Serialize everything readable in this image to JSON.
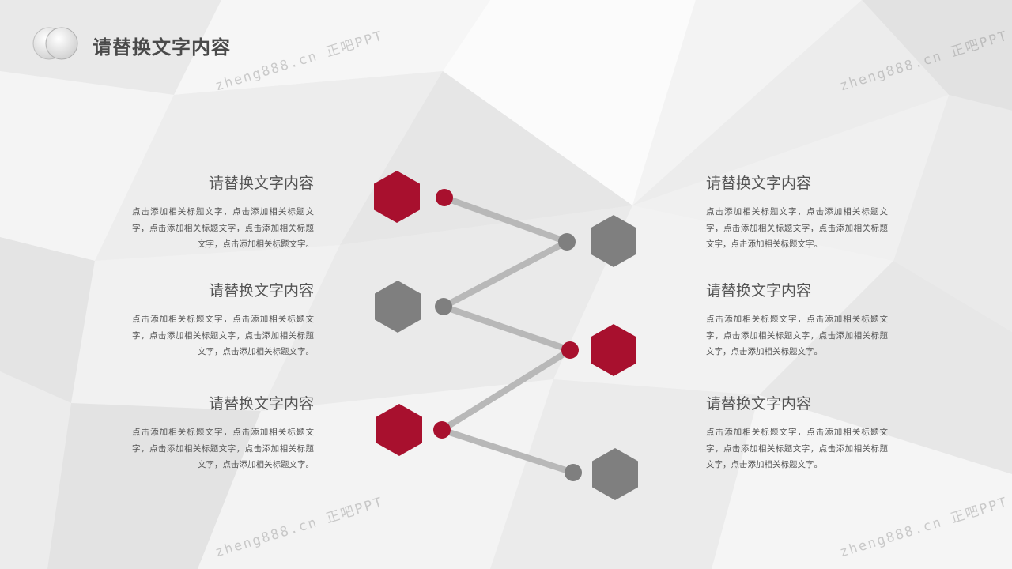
{
  "page": {
    "title": "请替换文字内容"
  },
  "watermarks": [
    "zheng888.cn 正吧PPT",
    "zheng888.cn 正吧PPT",
    "zheng888.cn 正吧PPT",
    "zheng888.cn 正吧PPT"
  ],
  "colors": {
    "accent": "#a8102e",
    "neutral": "#7f7f7f",
    "connector": "#b8b8b8",
    "title_text": "#4a4a4a",
    "body_text": "#555555"
  },
  "items": [
    {
      "title": "请替换文字内容",
      "desc": "点击添加相关标题文字，点击添加相关标题文字，点击添加相关标题文字，点击添加相关标题文字，点击添加相关标题文字。"
    },
    {
      "title": "请替换文字内容",
      "desc": "点击添加相关标题文字，点击添加相关标题文字，点击添加相关标题文字，点击添加相关标题文字，点击添加相关标题文字。"
    },
    {
      "title": "请替换文字内容",
      "desc": "点击添加相关标题文字，点击添加相关标题文字，点击添加相关标题文字，点击添加相关标题文字，点击添加相关标题文字。"
    },
    {
      "title": "请替换文字内容",
      "desc": "点击添加相关标题文字，点击添加相关标题文字，点击添加相关标题文字，点击添加相关标题文字，点击添加相关标题文字。"
    },
    {
      "title": "请替换文字内容",
      "desc": "点击添加相关标题文字，点击添加相关标题文字，点击添加相关标题文字，点击添加相关标题文字，点击添加相关标题文字。"
    },
    {
      "title": "请替换文字内容",
      "desc": "点击添加相关标题文字，点击添加相关标题文字，点击添加相关标题文字，点击添加相关标题文字，点击添加相关标题文字。"
    }
  ]
}
